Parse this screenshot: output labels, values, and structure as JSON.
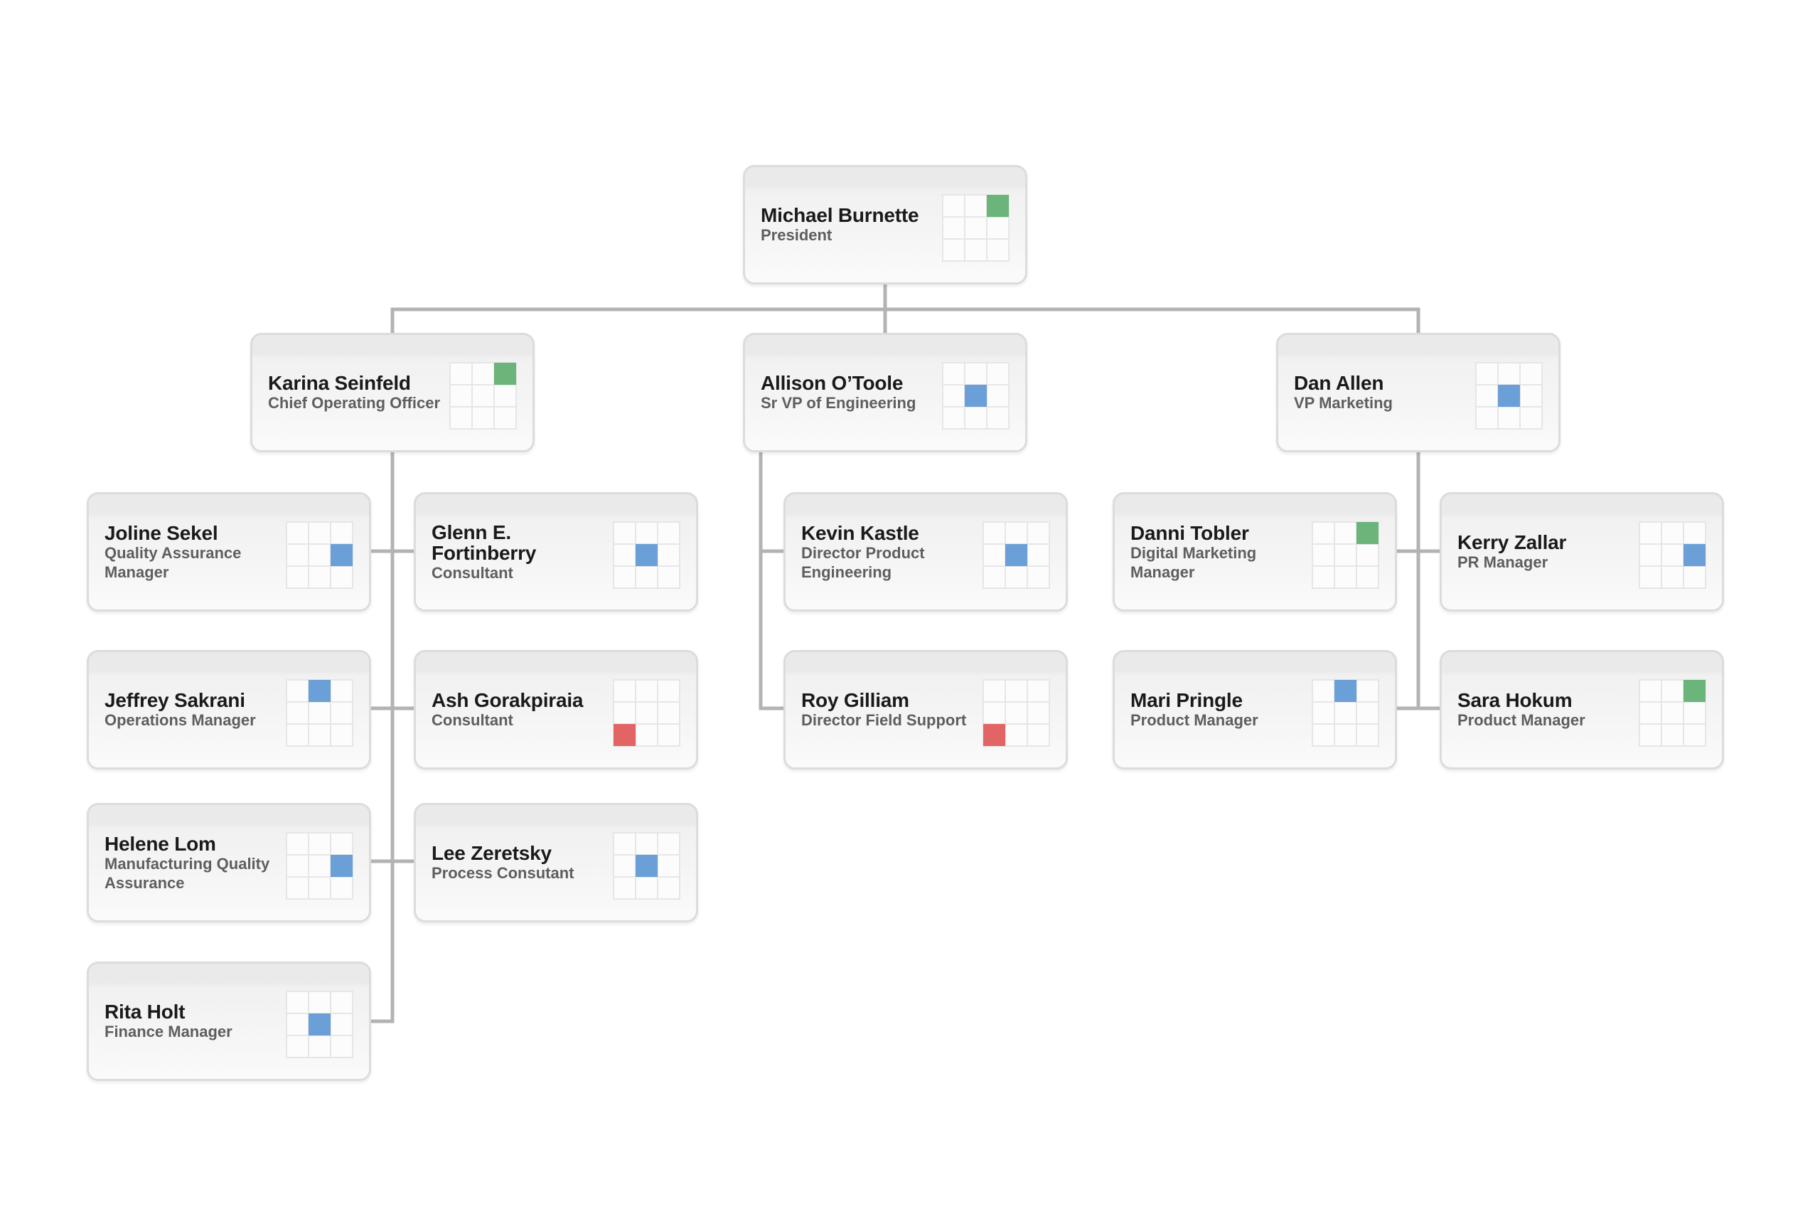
{
  "colors": {
    "green": "#6bb47a",
    "blue": "#6a9fd8",
    "red": "#e36464",
    "connector": "#b3b3b3"
  },
  "root": {
    "name": "Michael Burnette",
    "title": "President",
    "indicator": {
      "row": 0,
      "col": 2,
      "color": "green"
    },
    "children": [
      {
        "name": "Karina Seinfeld",
        "title": "Chief Operating Officer",
        "indicator": {
          "row": 0,
          "col": 2,
          "color": "green"
        },
        "children": [
          {
            "name": "Joline Sekel",
            "title": "Quality Assurance Manager",
            "indicator": {
              "row": 1,
              "col": 2,
              "color": "blue"
            }
          },
          {
            "name": "Glenn E. Fortinberry",
            "title": "Consultant",
            "indicator": {
              "row": 1,
              "col": 1,
              "color": "blue"
            }
          },
          {
            "name": "Jeffrey Sakrani",
            "title": "Operations Manager",
            "indicator": {
              "row": 0,
              "col": 1,
              "color": "blue"
            }
          },
          {
            "name": "Ash Gorakpiraia",
            "title": "Consultant",
            "indicator": {
              "row": 2,
              "col": 0,
              "color": "red"
            }
          },
          {
            "name": "Helene Lom",
            "title": "Manufacturing Quality Assurance",
            "indicator": {
              "row": 1,
              "col": 2,
              "color": "blue"
            }
          },
          {
            "name": "Lee Zeretsky",
            "title": "Process Consutant",
            "indicator": {
              "row": 1,
              "col": 1,
              "color": "blue"
            }
          },
          {
            "name": "Rita Holt",
            "title": "Finance Manager",
            "indicator": {
              "row": 1,
              "col": 1,
              "color": "blue"
            }
          }
        ]
      },
      {
        "name": "Allison O’Toole",
        "title": "Sr VP of Engineering",
        "indicator": {
          "row": 1,
          "col": 1,
          "color": "blue"
        },
        "children": [
          {
            "name": "Kevin Kastle",
            "title": "Director Product Engineering",
            "indicator": {
              "row": 1,
              "col": 1,
              "color": "blue"
            }
          },
          {
            "name": "Roy Gilliam",
            "title": "Director Field Support",
            "indicator": {
              "row": 2,
              "col": 0,
              "color": "red"
            }
          }
        ]
      },
      {
        "name": "Dan Allen",
        "title": "VP Marketing",
        "indicator": {
          "row": 1,
          "col": 1,
          "color": "blue"
        },
        "children": [
          {
            "name": "Danni Tobler",
            "title": "Digital Marketing Manager",
            "indicator": {
              "row": 0,
              "col": 2,
              "color": "green"
            }
          },
          {
            "name": "Kerry Zallar",
            "title": "PR Manager",
            "indicator": {
              "row": 1,
              "col": 2,
              "color": "blue"
            }
          },
          {
            "name": "Mari Pringle",
            "title": "Product Manager",
            "indicator": {
              "row": 0,
              "col": 1,
              "color": "blue"
            }
          },
          {
            "name": "Sara Hokum",
            "title": "Product Manager",
            "indicator": {
              "row": 0,
              "col": 2,
              "color": "green"
            }
          }
        ]
      }
    ]
  }
}
